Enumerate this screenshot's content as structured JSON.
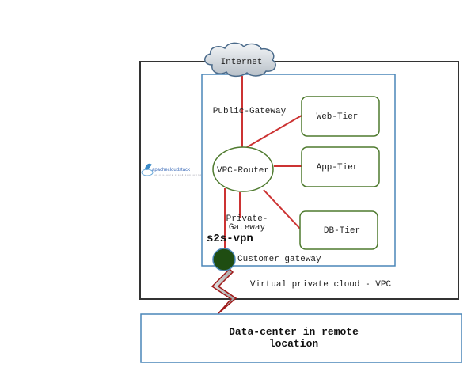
{
  "title": "Apache CloudStack VPC with site-to-site VPN",
  "logo": {
    "text": "apachecloudstack",
    "subtext": "open source cloud computing",
    "icon": "cloudstack-logo-icon"
  },
  "internet": {
    "label": "Internet",
    "icon": "cloud-icon"
  },
  "vpc": {
    "label": "Virtual private cloud - VPC"
  },
  "router": {
    "label": "VPC-Router"
  },
  "tiers": [
    {
      "label": "Web-Tier"
    },
    {
      "label": "App-Tier"
    },
    {
      "label": "DB-Tier"
    }
  ],
  "gateways": {
    "public": "Public-Gateway",
    "private_line1": "Private-",
    "private_line2": "Gateway",
    "vpn": "s2s-vpn",
    "customer": "Customer gateway"
  },
  "datacenter": {
    "line1": "Data-center in remote",
    "line2": "location"
  },
  "colors": {
    "outer_border": "#333333",
    "vpc_border": "#4a86b8",
    "node_border": "#4e7a2e",
    "link": "#cc3333",
    "customer_gateway_fill": "#1f4d12",
    "customer_gateway_stroke": "#4a86b8",
    "lightning_fill": "#c0c0c0",
    "lightning_stroke": "#a01818",
    "datacenter_border": "#4a86b8"
  }
}
